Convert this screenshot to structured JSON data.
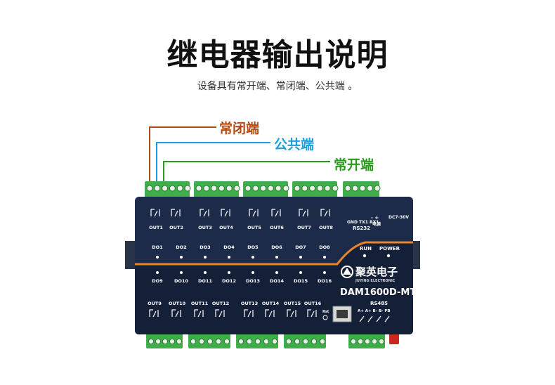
{
  "title": "继电器输出说明",
  "subtitle": "设备具有常开端、常闭端、公共端 。",
  "callouts": {
    "nc": {
      "label": "常闭端",
      "color": "#b24a12"
    },
    "com": {
      "label": "公共端",
      "color": "#1aa0dc"
    },
    "no": {
      "label": "常开端",
      "color": "#2a9a1e"
    }
  },
  "device": {
    "out_top": [
      "OUT1",
      "OUT2",
      "OUT3",
      "OUT4",
      "OUT5",
      "OUT6",
      "OUT7",
      "OUT8"
    ],
    "di_top": [
      "DO1",
      "DO2",
      "DO3",
      "DO4",
      "DO5",
      "DO6",
      "DO7",
      "DO8"
    ],
    "di_bottom": [
      "DO9",
      "DO10",
      "DO11",
      "DO12",
      "DO13",
      "DO14",
      "DO15",
      "DO16"
    ],
    "out_bottom": [
      "OUT9",
      "OUT10",
      "OUT11",
      "OUT12",
      "OUT13",
      "OUT14",
      "OUT15",
      "OUT16"
    ],
    "rs232_pins": [
      "GND",
      "TX1",
      "RX1"
    ],
    "rs232_label": "RS232",
    "power_label": "DC7-30V",
    "power_pins": [
      "-",
      "+"
    ],
    "power_sub": "电源",
    "run_label": "RUN",
    "power_led": "POWER",
    "brand_cn": "聚英电子",
    "brand_en": "JUYING ELECTRONIC",
    "model": "DAM1600D-MT",
    "rs485_label": "RS485",
    "rs485_pins": [
      "A+",
      "A+",
      "B-",
      "B-",
      "PB"
    ],
    "reset_label": "Rst"
  },
  "colors": {
    "panel": "#1d2b4a",
    "panel_dark": "#141f38",
    "terminal": "#3fae4a",
    "accent": "#e8852a"
  }
}
